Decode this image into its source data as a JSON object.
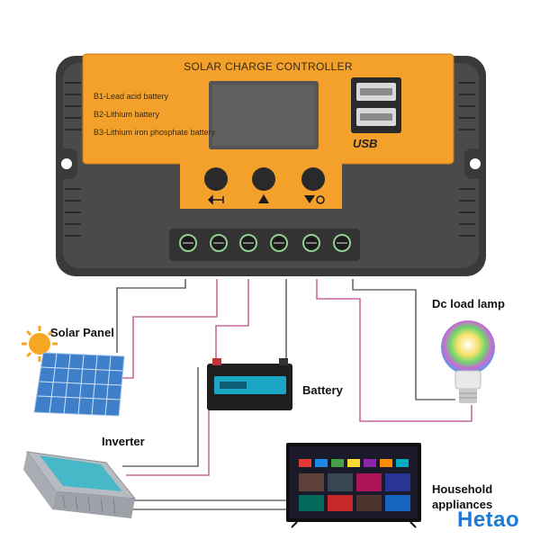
{
  "controller": {
    "title": "SOLAR CHARGE CONTROLLER",
    "battery_types": [
      "B1-Lead acid battery",
      "B2-Lithium battery",
      "B3-Lithium iron phosphate battery"
    ],
    "usb_label": "USB",
    "body_color": "#f3a12b",
    "case_color": "#3c3c3c"
  },
  "labels": {
    "solar_panel": "Solar Panel",
    "battery": "Battery",
    "dc_load_lamp": "Dc load lamp",
    "inverter": "Inverter",
    "household_line1": "Household",
    "household_line2": "appliances"
  },
  "brand": "Hetao",
  "icons": [
    "menu-button-icon",
    "up-button-icon",
    "down-button-icon",
    "usb-icon",
    "sun-icon",
    "solar-panel-icon",
    "battery-icon",
    "bulb-icon",
    "inverter-icon",
    "tv-icon"
  ]
}
